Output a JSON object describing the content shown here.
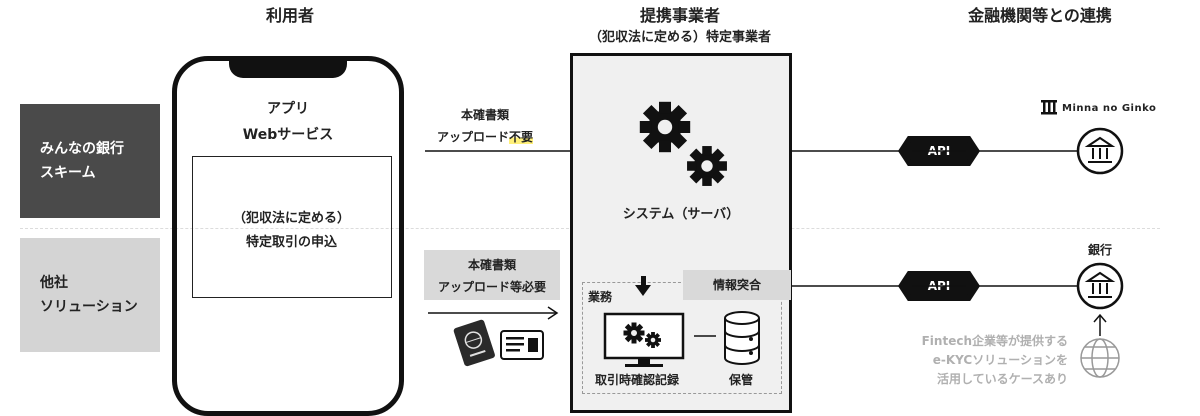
{
  "columns": {
    "user": "利用者",
    "provider": "提携事業者",
    "provider_sub": "（犯収法に定める）特定事業者",
    "partner": "金融機関等との連携"
  },
  "rows": {
    "row1": [
      "みんなの銀行",
      "スキーム"
    ],
    "row2": [
      "他社",
      "ソリューション"
    ]
  },
  "phone": {
    "app_title": [
      "アプリ",
      "Webサービス"
    ],
    "inner_box": [
      "（犯収法に定める）",
      "特定取引の申込"
    ]
  },
  "upload1": {
    "line1": "本確書類",
    "line2_prefix": "アップロード",
    "line2_highlight": "不要"
  },
  "upload2": [
    "本確書類",
    "アップロード等必要"
  ],
  "system": {
    "label": "システム（サーバ）",
    "business": "業務",
    "matching": "情報突合",
    "record": "取引時確認記録",
    "storage": "保管"
  },
  "api": [
    "API",
    "API"
  ],
  "partner_logo": "Minna no Ginko",
  "bank_label": "銀行",
  "fintech_note": [
    "Fintech企業等が提供する",
    "e-KYCソリューションを",
    "活用しているケースあり"
  ],
  "icons": [
    "gear-icon",
    "bank-icon",
    "globe-icon",
    "passport-icon",
    "id-card-icon",
    "monitor-icon",
    "database-icon",
    "logo-icon"
  ],
  "colors": {
    "row1_bg": "#4a4a4a",
    "row2_bg": "#d4d4d4",
    "api_bg": "#111111",
    "highlight": "#fff07a",
    "tag_bg": "#d9d9d9",
    "fintech_text": "#b0b0b0"
  }
}
